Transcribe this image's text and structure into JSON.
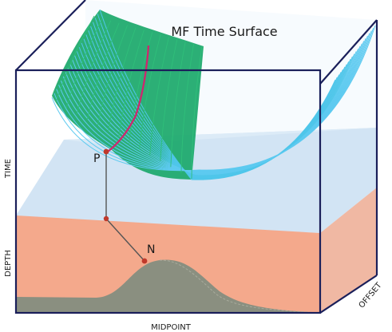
{
  "title": "MF Time Surface",
  "axes": {
    "time": "TIME",
    "depth": "DEPTH",
    "midpoint": "MIDPOINT",
    "offset": "OFFSET"
  },
  "points": {
    "p": "P",
    "n": "N"
  },
  "colors": {
    "frame": "#1a1f5a",
    "time_layer": "#d2e4f4",
    "depth_layer": "#f4a98c",
    "offset_face": "#cfe6f5",
    "hill": "#8a8f80",
    "mesh_fill": "#1aa86a",
    "mesh_lines": "#55c9ee",
    "magenta_curve": "#d2236e",
    "point_marker": "#c0392b",
    "label_text": "#1a1a1a"
  }
}
